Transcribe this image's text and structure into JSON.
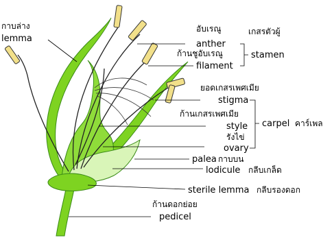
{
  "diagram": {
    "labels": {
      "lemma_th": "กาบล่าง",
      "lemma_en": "lemma",
      "anther_th": "อับเรณู",
      "anther_en": "anther",
      "filament_th": "ก้านชูอับเรณู",
      "filament_en": "filament",
      "stamen_th": "เกสรตัวผู้",
      "stamen_en": "stamen",
      "stigma_th": "ยอดเกสรเพศเมีย",
      "stigma_en": "stigma",
      "style_th": "ก้านเกสรเพศเมีย",
      "style_en": "style",
      "ovary_th": "รังไข่",
      "ovary_en": "ovary",
      "carpel_en": "carpel",
      "carpel_th": "คาร์เพล",
      "palea_en": "palea",
      "palea_th": "กาบบน",
      "lodicule_en": "lodicule",
      "lodicule_th": "กลีบเกล็ด",
      "sterile_lemma_en": "sterile lemma",
      "sterile_lemma_th": "กลีบรองดอก",
      "pedicel_th": "ก้านดอกย่อย",
      "pedicel_en": "pedicel"
    },
    "colors": {
      "green": "#7ed321",
      "dark_green": "#3a8a17",
      "pale_green": "#d9f5b8",
      "anther": "#f2e08a"
    }
  }
}
